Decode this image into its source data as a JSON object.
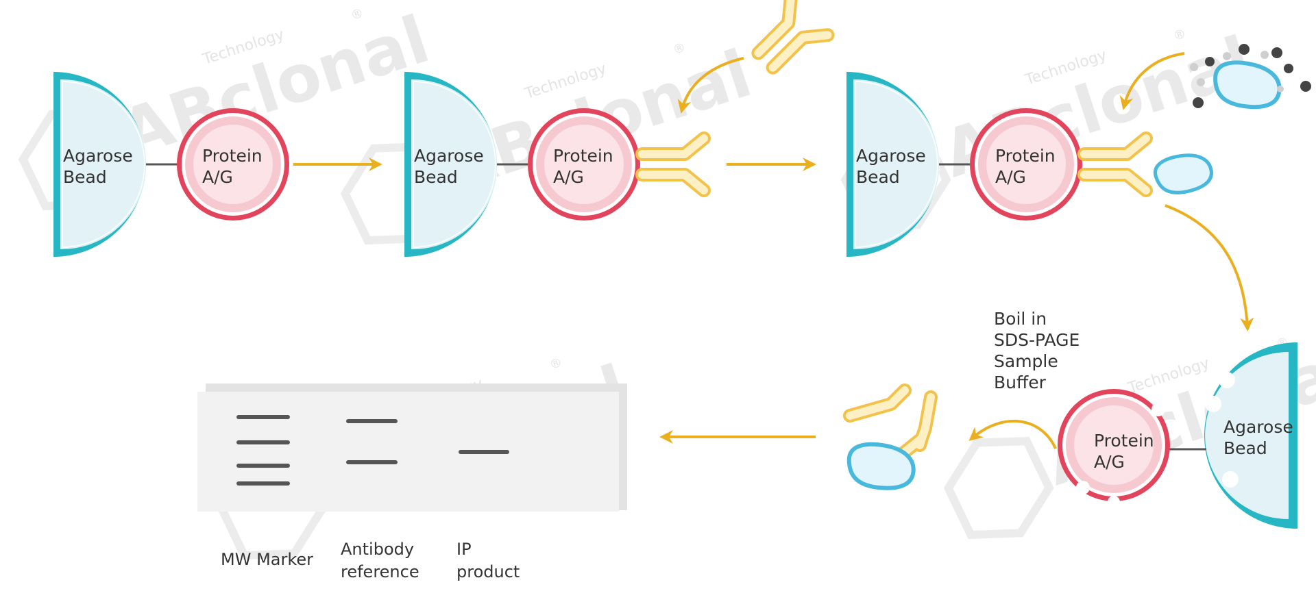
{
  "labels": {
    "bead_line1": "Agarose",
    "bead_line2": "Bead",
    "protein_line1": "Protein",
    "protein_line2": "A/G",
    "boil": [
      "Boil in",
      "SDS-PAGE",
      "Sample",
      "Buffer"
    ],
    "lane_mw": "MW Marker",
    "lane_antibody": [
      "Antibody",
      "reference"
    ],
    "lane_ip": [
      "IP",
      "product"
    ]
  },
  "watermark": {
    "brand": "ABclonal",
    "tagline": "Technology",
    "mark": "®"
  },
  "colors": {
    "bead": "#27b6c4",
    "bead_fill": "#e3f2f6",
    "protein_ring": "#e2445c",
    "protein_fill": "#f6c9d0",
    "antibody": "#f2c24a",
    "arrow": "#eaaf1e",
    "antigen": "#48b9dc",
    "impurity": "#444444",
    "band": "#555555",
    "gel": "#f2f2f2"
  }
}
